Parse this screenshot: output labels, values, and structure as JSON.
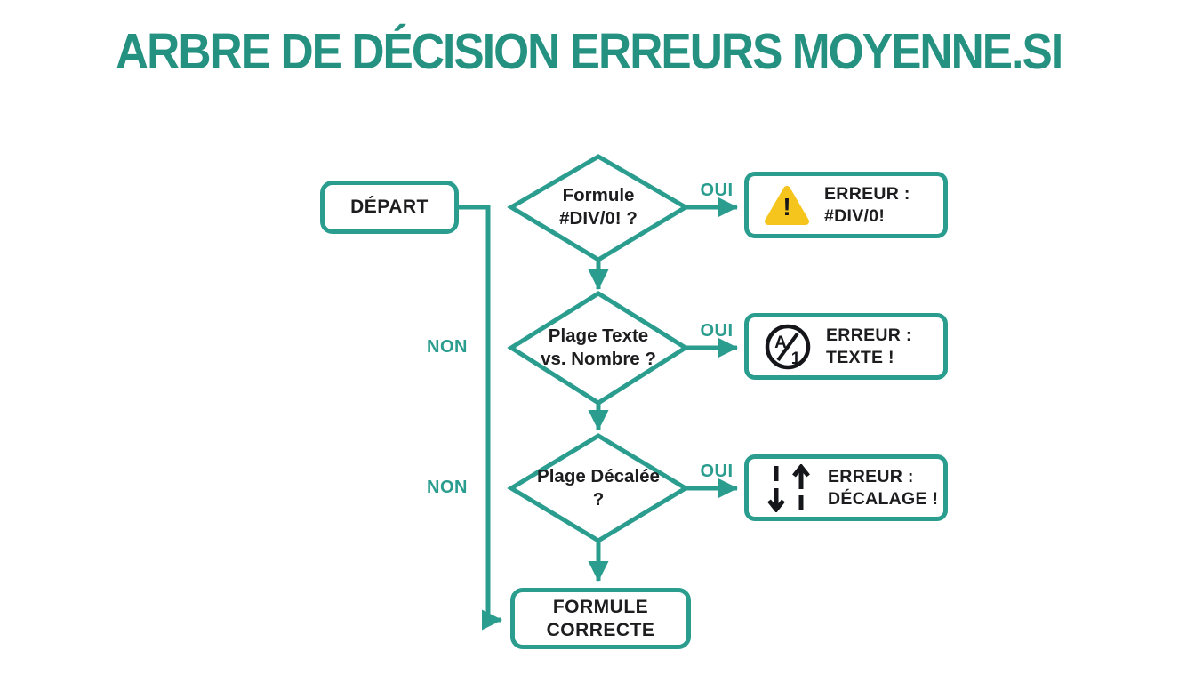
{
  "title": "ARBRE DE DÉCISION ERREURS MOYENNE.SI",
  "colors": {
    "accent_teal": "#2a9d8f",
    "title_teal": "#249181",
    "node_text": "#1d1d1f",
    "warning_yellow": "#f5c51d",
    "background": "#ffffff"
  },
  "flow": {
    "start": {
      "label": "DÉPART"
    },
    "decisions": [
      {
        "line1": "Formule",
        "line2": "#DIV/0! ?"
      },
      {
        "line1": "Plage Texte",
        "line2": "vs. Nombre ?"
      },
      {
        "line1": "Plage Décalée",
        "line2": "?"
      }
    ],
    "errors": [
      {
        "icon": "warning-triangle-icon",
        "line1": "ERREUR :",
        "line2": "#DIV/0!",
        "glyph": "!"
      },
      {
        "icon": "a1-cell-ref-icon",
        "line1": "ERREUR :",
        "line2": "TEXTE !",
        "glyph_top": "A",
        "glyph_bottom": "1"
      },
      {
        "icon": "offset-arrows-icon",
        "line1": "ERREUR :",
        "line2": "DÉCALAGE !"
      }
    ],
    "end": {
      "line1": "FORMULE",
      "line2": "CORRECTE"
    },
    "edge_labels": {
      "yes": "OUI",
      "no": "NON"
    }
  }
}
